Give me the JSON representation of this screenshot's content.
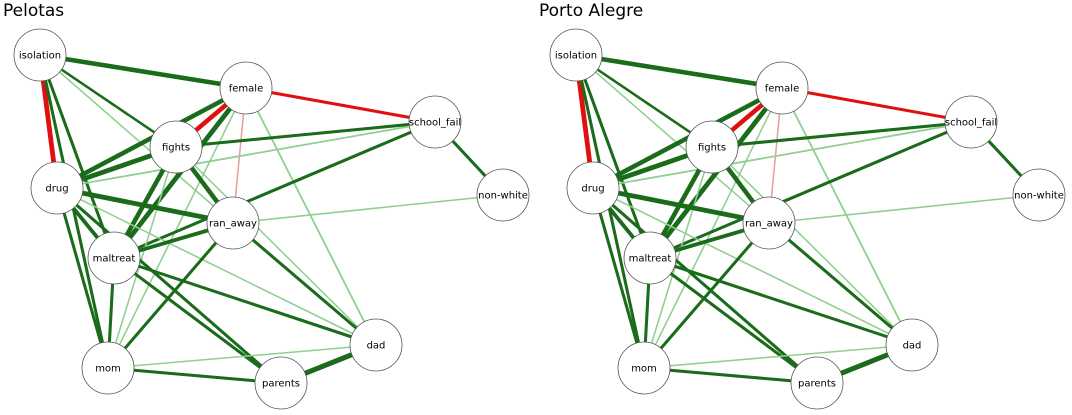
{
  "colors": {
    "positive_edge": "#1a6b1a",
    "positive_edge_light": "#8fcf8f",
    "negative_edge": "#e01010",
    "negative_edge_light": "#e8a0a0",
    "node_fill": "#ffffff",
    "node_stroke": "#555555"
  },
  "panels": [
    {
      "title": "Pelotas",
      "nodes": [
        {
          "id": "isolation",
          "label": "isolation"
        },
        {
          "id": "female",
          "label": "female"
        },
        {
          "id": "school_fail",
          "label": "school_fail"
        },
        {
          "id": "fights",
          "label": "fights"
        },
        {
          "id": "non-white",
          "label": "non-white"
        },
        {
          "id": "drug",
          "label": "drug"
        },
        {
          "id": "ran_away",
          "label": "ran_away"
        },
        {
          "id": "maltreat",
          "label": "maltreat"
        },
        {
          "id": "dad",
          "label": "dad"
        },
        {
          "id": "mom",
          "label": "mom"
        },
        {
          "id": "parents",
          "label": "parents"
        }
      ]
    },
    {
      "title": "Porto Alegre",
      "nodes": [
        {
          "id": "isolation",
          "label": "isolation"
        },
        {
          "id": "female",
          "label": "female"
        },
        {
          "id": "school_fail",
          "label": "school_fail"
        },
        {
          "id": "fights",
          "label": "fights"
        },
        {
          "id": "non-white",
          "label": "non-white"
        },
        {
          "id": "drug",
          "label": "drug"
        },
        {
          "id": "ran_away",
          "label": "ran_away"
        },
        {
          "id": "maltreat",
          "label": "maltreat"
        },
        {
          "id": "dad",
          "label": "dad"
        },
        {
          "id": "mom",
          "label": "mom"
        },
        {
          "id": "parents",
          "label": "parents"
        }
      ]
    }
  ],
  "edges": [
    {
      "from": "isolation",
      "to": "female",
      "sign": "positive",
      "strength": 0.75
    },
    {
      "from": "isolation",
      "to": "drug",
      "sign": "negative",
      "strength": 0.8
    },
    {
      "from": "isolation",
      "to": "fights",
      "sign": "positive",
      "strength": 0.35
    },
    {
      "from": "isolation",
      "to": "maltreat",
      "sign": "positive",
      "strength": 0.45
    },
    {
      "from": "isolation",
      "to": "mom",
      "sign": "positive",
      "strength": 0.45
    },
    {
      "from": "isolation",
      "to": "ran_away",
      "sign": "positive",
      "strength": 0.15
    },
    {
      "from": "female",
      "to": "school_fail",
      "sign": "negative",
      "strength": 0.45
    },
    {
      "from": "female",
      "to": "fights",
      "sign": "negative",
      "strength": 0.75
    },
    {
      "from": "female",
      "to": "drug",
      "sign": "positive",
      "strength": 0.75
    },
    {
      "from": "female",
      "to": "maltreat",
      "sign": "positive",
      "strength": 0.8
    },
    {
      "from": "female",
      "to": "ran_away",
      "sign": "negative",
      "strength": 0.15
    },
    {
      "from": "female",
      "to": "dad",
      "sign": "positive",
      "strength": 0.2
    },
    {
      "from": "female",
      "to": "mom",
      "sign": "positive",
      "strength": 0.15
    },
    {
      "from": "school_fail",
      "to": "non-white",
      "sign": "positive",
      "strength": 0.45
    },
    {
      "from": "school_fail",
      "to": "fights",
      "sign": "positive",
      "strength": 0.45
    },
    {
      "from": "school_fail",
      "to": "maltreat",
      "sign": "positive",
      "strength": 0.45
    },
    {
      "from": "school_fail",
      "to": "drug",
      "sign": "positive",
      "strength": 0.2
    },
    {
      "from": "fights",
      "to": "drug",
      "sign": "positive",
      "strength": 0.8
    },
    {
      "from": "fights",
      "to": "ran_away",
      "sign": "positive",
      "strength": 0.75
    },
    {
      "from": "fights",
      "to": "maltreat",
      "sign": "positive",
      "strength": 0.75
    },
    {
      "from": "fights",
      "to": "dad",
      "sign": "positive",
      "strength": 0.15
    },
    {
      "from": "fights",
      "to": "mom",
      "sign": "positive",
      "strength": 0.15
    },
    {
      "from": "drug",
      "to": "ran_away",
      "sign": "positive",
      "strength": 0.8
    },
    {
      "from": "drug",
      "to": "maltreat",
      "sign": "positive",
      "strength": 0.6
    },
    {
      "from": "drug",
      "to": "mom",
      "sign": "positive",
      "strength": 0.45
    },
    {
      "from": "drug",
      "to": "parents",
      "sign": "positive",
      "strength": 0.45
    },
    {
      "from": "drug",
      "to": "dad",
      "sign": "positive",
      "strength": 0.15
    },
    {
      "from": "ran_away",
      "to": "maltreat",
      "sign": "positive",
      "strength": 0.6
    },
    {
      "from": "ran_away",
      "to": "non-white",
      "sign": "positive",
      "strength": 0.15
    },
    {
      "from": "ran_away",
      "to": "mom",
      "sign": "positive",
      "strength": 0.45
    },
    {
      "from": "ran_away",
      "to": "dad",
      "sign": "positive",
      "strength": 0.45
    },
    {
      "from": "maltreat",
      "to": "dad",
      "sign": "positive",
      "strength": 0.45
    },
    {
      "from": "maltreat",
      "to": "parents",
      "sign": "positive",
      "strength": 0.45
    },
    {
      "from": "maltreat",
      "to": "mom",
      "sign": "positive",
      "strength": 0.45
    },
    {
      "from": "mom",
      "to": "parents",
      "sign": "positive",
      "strength": 0.45
    },
    {
      "from": "mom",
      "to": "dad",
      "sign": "positive",
      "strength": 0.15
    },
    {
      "from": "parents",
      "to": "dad",
      "sign": "positive",
      "strength": 0.85
    }
  ]
}
